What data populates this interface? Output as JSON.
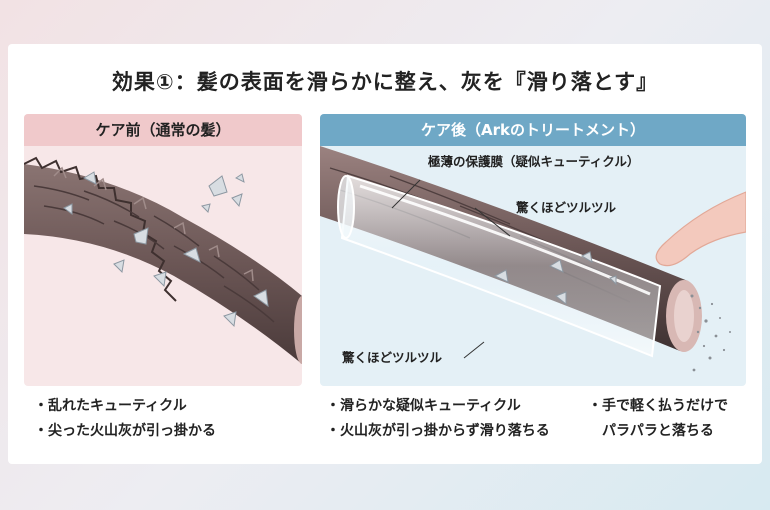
{
  "title": "効果①：髪の表面を滑らかに整え、灰を『滑り落とす』",
  "before": {
    "header": "ケア前（通常の髪）",
    "bullets": [
      "・乱れたキューティクル",
      "・尖った火山灰が引っ掛かる"
    ]
  },
  "after": {
    "header": "ケア後（Arkのトリートメント）",
    "labels": {
      "film": "極薄の保護膜（疑似キューティクル）",
      "smooth_top": "驚くほどツルツル",
      "smooth_bottom": "驚くほどツルツル"
    },
    "bullets": [
      "・滑らかな疑似キューティクル",
      "・火山灰が引っ掛からず滑り落ちる"
    ],
    "bullets_extra": [
      "・手で軽く払うだけで",
      "　パラパラと落ちる"
    ]
  },
  "colors": {
    "before_header": "#f0c9cb",
    "after_header": "#6fa8c6",
    "hair": "#6b5655",
    "panel_before": "#f7e7e8",
    "panel_after": "#e4f0f6"
  }
}
